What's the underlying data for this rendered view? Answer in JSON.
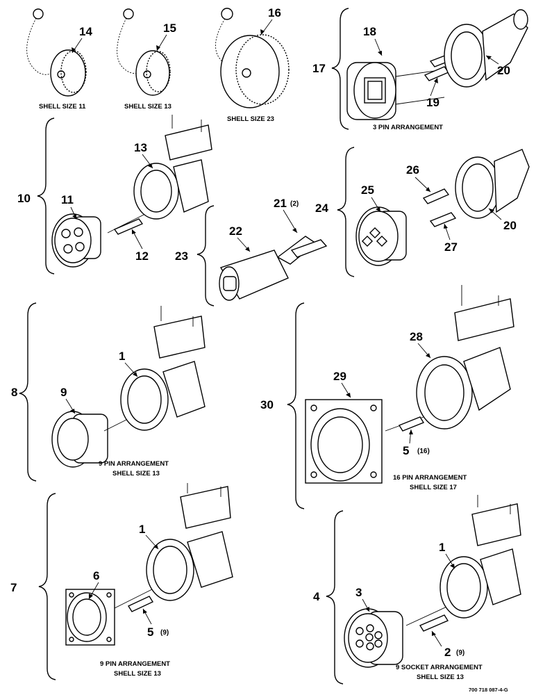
{
  "title": "",
  "callouts": {
    "n1a": "1",
    "n1b": "1",
    "n1c": "1",
    "n2": "2",
    "n2q": "(9)",
    "n3": "3",
    "n4": "4",
    "n5a": "5",
    "n5aq": "(9)",
    "n5b": "5",
    "n5bq": "(16)",
    "n6": "6",
    "n7": "7",
    "n8": "8",
    "n9": "9",
    "n10": "10",
    "n11": "11",
    "n12": "12",
    "n13": "13",
    "n14": "14",
    "n15": "15",
    "n16": "16",
    "n17": "17",
    "n18": "18",
    "n19": "19",
    "n20a": "20",
    "n20b": "20",
    "n21": "21",
    "n21q": "(2)",
    "n22": "22",
    "n23": "23",
    "n24": "24",
    "n25": "25",
    "n26": "26",
    "n27": "27",
    "n28": "28",
    "n29": "29",
    "n30": "30"
  },
  "captions": {
    "shell11": "SHELL SIZE 11",
    "shell13": "SHELL SIZE 13",
    "shell23": "SHELL SIZE 23",
    "pin3": "3 PIN ARRANGEMENT",
    "pin9a": "9 PIN ARRANGEMENT",
    "pin9a_shell": "SHELL SIZE 13",
    "pin16": "16 PIN ARRANGEMENT",
    "pin16_shell": "SHELL SIZE 17",
    "pin9b": "9 PIN ARRANGEMENT",
    "pin9b_shell": "SHELL SIZE 13",
    "sock9": "9 SOCKET ARRANGEMENT",
    "sock9_shell": "SHELL SIZE 13"
  },
  "drawing_number": "700 718 087-4-G"
}
